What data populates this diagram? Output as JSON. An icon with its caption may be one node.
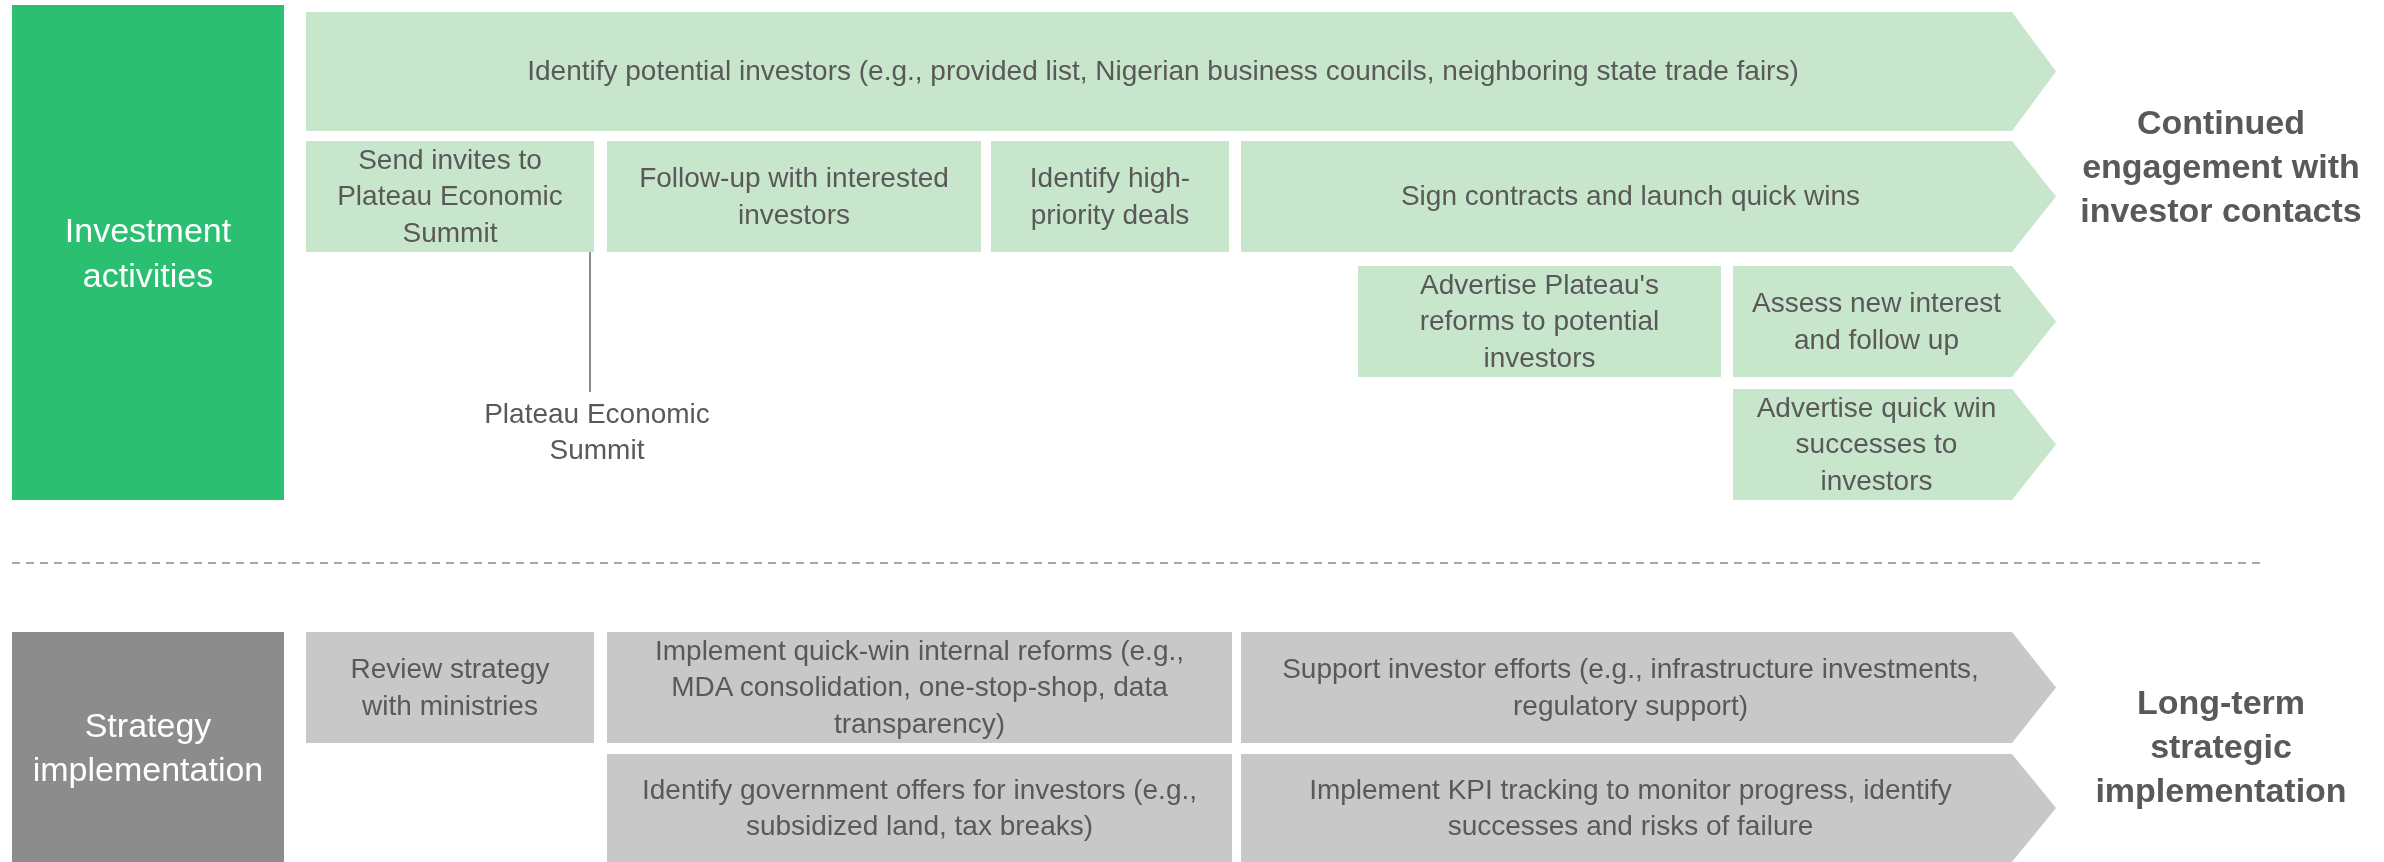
{
  "diagram": {
    "nodes": [
      {
        "text": [
          "Investment activities"
        ]
      },
      {
        "text": [
          "Identify potential investors (e.g., provided list, Nigerian business councils, neighboring state trade fairs)"
        ]
      },
      {
        "text": [
          "Send invites to Plateau Economic Summit"
        ]
      },
      {
        "text": [
          "Follow-up with interested investors"
        ]
      },
      {
        "text": [
          "Identify high-priority deals"
        ]
      },
      {
        "text": [
          "Sign contracts and launch quick wins"
        ]
      },
      {
        "text": [
          "Advertise Plateau's reforms to potential investors"
        ]
      },
      {
        "text": [
          "Assess new interest and follow up"
        ]
      },
      {
        "text": [
          "Advertise quick win successes to investors"
        ]
      },
      {
        "text": [
          "Plateau Economic Summit"
        ]
      },
      {
        "text": [
          "Strategy implementation"
        ]
      },
      {
        "text": [
          "Review strategy with ministries"
        ]
      },
      {
        "text": [
          "Implement quick-win internal reforms (e.g., MDA consolidation, one-stop-shop, data transparency)"
        ]
      },
      {
        "text": [
          "Support investor efforts (e.g., infrastructure investments, regulatory support)"
        ]
      },
      {
        "text": [
          "Identify government offers for investors (e.g., subsidized land, tax breaks)"
        ]
      },
      {
        "text": [
          "Implement KPI tracking to monitor progress, identify successes and risks of failure"
        ]
      }
    ],
    "edges": [
      {
        "from": 9,
        "to": 2,
        "arrow": "none"
      }
    ],
    "labels": [
      "Continued engagement with investor contacts",
      "Long-term strategic implementation"
    ]
  }
}
